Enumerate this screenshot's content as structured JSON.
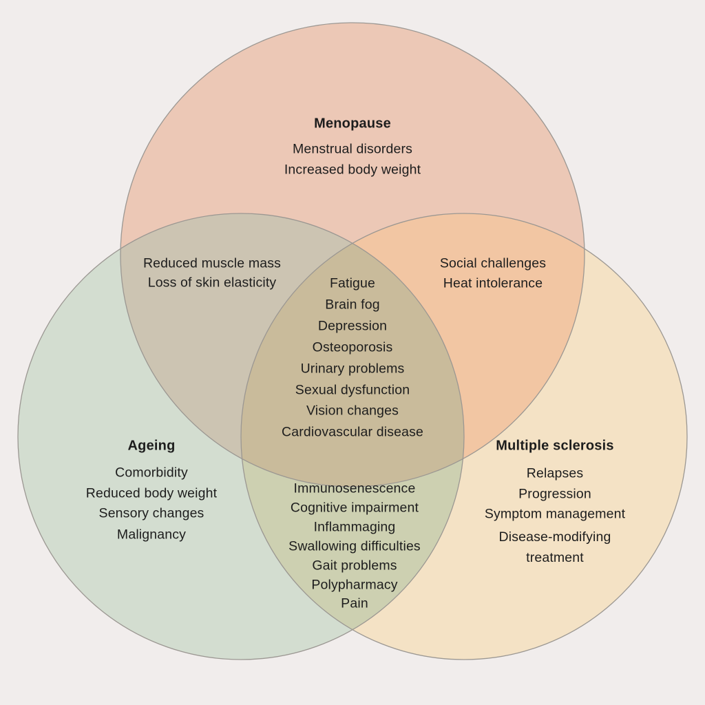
{
  "colors": {
    "background": "#f1edec",
    "stroke": "#9b9792",
    "menopause": "#ecc8b6",
    "ageing": "#d3ddd0",
    "ms": "#f4e2c5",
    "menopause_ageing": "#ccc4b2",
    "menopause_ms": "#f2c6a3",
    "ageing_ms": "#cdd0b1",
    "center": "#c9bb9b"
  },
  "venn": {
    "regions": {
      "menopause": {
        "title": "Menopause",
        "items": [
          "Menstrual disorders",
          "Increased body weight"
        ]
      },
      "ageing": {
        "title": "Ageing",
        "items": [
          "Comorbidity",
          "Reduced body weight",
          "Sensory changes",
          "Malignancy"
        ]
      },
      "ms": {
        "title": "Multiple sclerosis",
        "items": [
          "Relapses",
          "Progression",
          "Symptom management"
        ],
        "wrapped_item": "Disease-modifying treatment"
      },
      "menopause_ageing": {
        "items": [
          "Reduced muscle mass",
          "Loss of skin elasticity"
        ]
      },
      "menopause_ms": {
        "items": [
          "Social challenges",
          "Heat intolerance"
        ]
      },
      "ageing_ms": {
        "items": [
          "Immunosenescence",
          "Cognitive impairment",
          "Inflammaging",
          "Swallowing difficulties",
          "Gait problems",
          "Polypharmacy",
          "Pain"
        ]
      },
      "center": {
        "items": [
          "Fatigue",
          "Brain fog",
          "Depression",
          "Osteoporosis",
          "Urinary problems",
          "Sexual dysfunction",
          "Vision changes",
          "Cardiovascular disease"
        ]
      }
    }
  }
}
